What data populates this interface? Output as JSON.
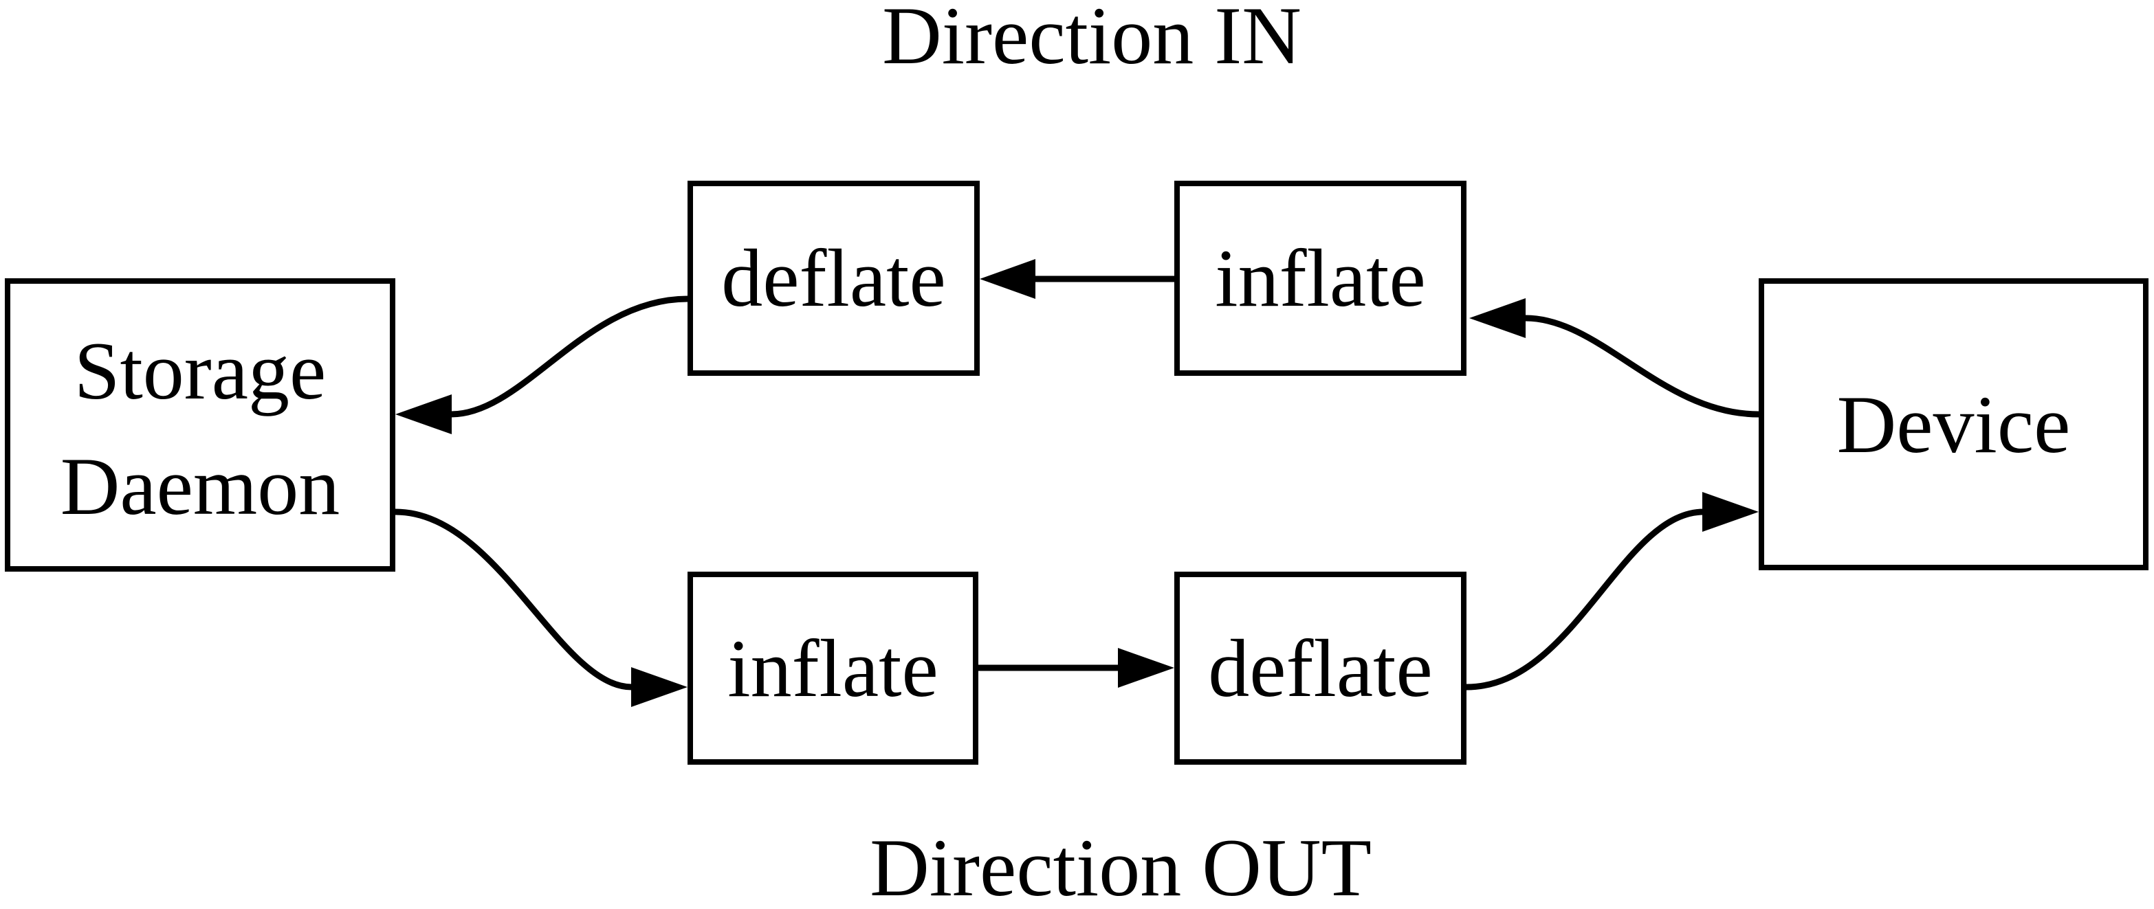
{
  "diagram": {
    "titles": {
      "in": "Direction IN",
      "out": "Direction OUT"
    },
    "boxes": {
      "storage": {
        "line1": "Storage",
        "line2": "Daemon"
      },
      "device": {
        "label": "Device"
      },
      "in_deflate": {
        "label": "deflate"
      },
      "in_inflate": {
        "label": "inflate"
      },
      "out_inflate": {
        "label": "inflate"
      },
      "out_deflate": {
        "label": "deflate"
      }
    },
    "flows": {
      "direction_in": "Device -> inflate -> deflate -> Storage Daemon",
      "direction_out": "Storage Daemon -> inflate -> deflate -> Device"
    },
    "colors": {
      "foreground": "#000000",
      "background": "#ffffff"
    }
  }
}
